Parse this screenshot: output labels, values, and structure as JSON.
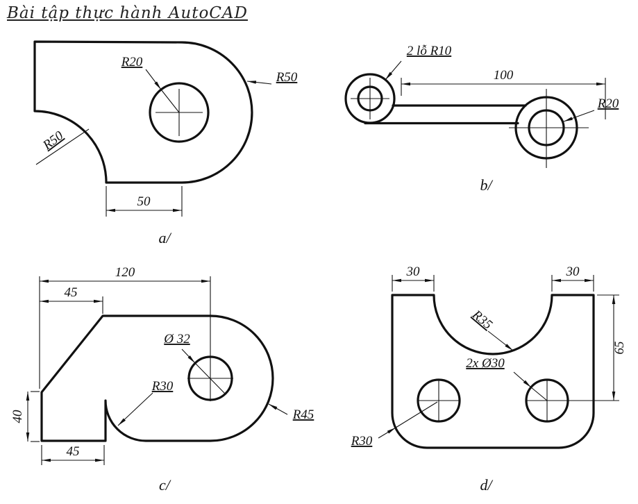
{
  "page": {
    "background": "#ffffff",
    "ink": "#111111"
  },
  "header": {
    "title": "Bài tập thực hành AutoCAD"
  },
  "figures": {
    "a": {
      "caption": "a/",
      "labels": {
        "r20": "R20",
        "r50_outer": "R50",
        "r50_fillet": "R50",
        "dim_50": "50"
      }
    },
    "b": {
      "caption": "b/",
      "labels": {
        "holes": "2 lỗ R10",
        "dim_100": "100",
        "r20": "R20"
      }
    },
    "c": {
      "caption": "c/",
      "labels": {
        "dim_120": "120",
        "dim_45_top": "45",
        "dia_32": "Ø 32",
        "r30": "R30",
        "r45": "R45",
        "dim_40": "40",
        "dim_45_bottom": "45"
      }
    },
    "d": {
      "caption": "d/",
      "labels": {
        "dim_30_left": "30",
        "dim_30_right": "30",
        "r35": "R35",
        "dim_65": "65",
        "holes": "2x Ø30",
        "r30": "R30"
      }
    }
  }
}
